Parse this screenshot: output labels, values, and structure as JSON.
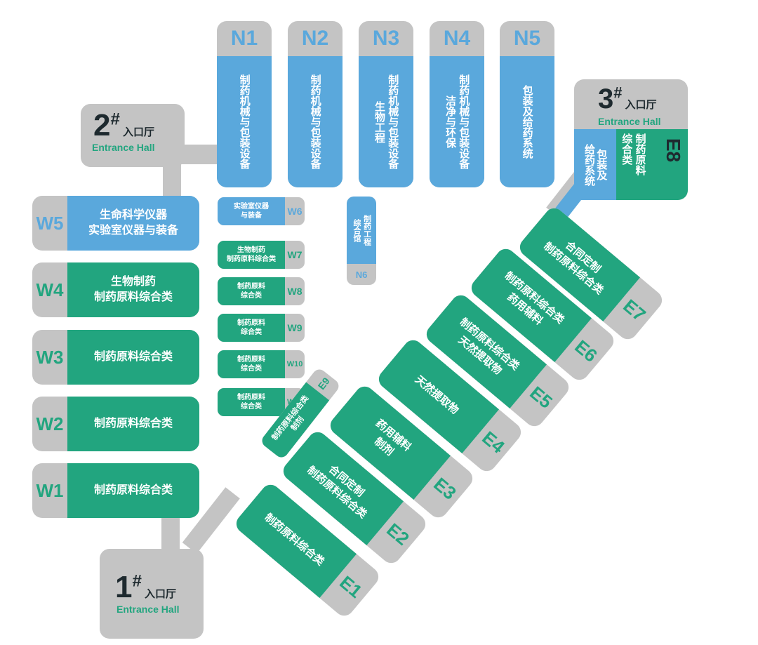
{
  "halls": {
    "h1": {
      "number": "1",
      "mark": "#",
      "cn": "入口厅",
      "en": "Entrance Hall"
    },
    "h2": {
      "number": "2",
      "mark": "#",
      "cn": "入口厅",
      "en": "Entrance Hall"
    },
    "h3": {
      "number": "3",
      "mark": "#",
      "cn": "入口厅",
      "en": "Entrance Hall"
    }
  },
  "north": [
    {
      "code": "N1",
      "lines": [
        "制药机械与包装设备"
      ]
    },
    {
      "code": "N2",
      "lines": [
        "制药机械与包装设备"
      ]
    },
    {
      "code": "N3",
      "lines": [
        "制药机械与包装设备",
        "生物工程"
      ]
    },
    {
      "code": "N4",
      "lines": [
        "制药机械与包装设备",
        "洁净与环保"
      ]
    },
    {
      "code": "N5",
      "lines": [
        "包装及给药系统"
      ]
    }
  ],
  "n6": {
    "code": "N6",
    "lines": [
      "制药工程",
      "综合馆"
    ]
  },
  "e8": {
    "code": "E8",
    "blue_lines": [
      "包装及",
      "给药系统"
    ],
    "green_lines": [
      "制药原料",
      "综合类"
    ]
  },
  "west_large": [
    {
      "code": "W5",
      "lines": [
        "生命科学仪器",
        "实验室仪器与装备"
      ],
      "color": "blue"
    },
    {
      "code": "W4",
      "lines": [
        "生物制药",
        "制药原料综合类"
      ],
      "color": "green"
    },
    {
      "code": "W3",
      "lines": [
        "制药原料综合类"
      ],
      "color": "green"
    },
    {
      "code": "W2",
      "lines": [
        "制药原料综合类"
      ],
      "color": "green"
    },
    {
      "code": "W1",
      "lines": [
        "制药原料综合类"
      ],
      "color": "green"
    }
  ],
  "west_small": [
    {
      "code": "W6",
      "lines": [
        "实验室仪器",
        "与装备"
      ],
      "color": "blue"
    },
    {
      "code": "W7",
      "lines": [
        "生物制药",
        "制药原料综合类"
      ],
      "color": "green"
    },
    {
      "code": "W8",
      "lines": [
        "制药原料",
        "综合类"
      ],
      "color": "green"
    },
    {
      "code": "W9",
      "lines": [
        "制药原料",
        "综合类"
      ],
      "color": "green"
    },
    {
      "code": "W10",
      "lines": [
        "制药原料",
        "综合类"
      ],
      "color": "green"
    },
    {
      "code": "W11",
      "lines": [
        "制药原料",
        "综合类"
      ],
      "color": "green"
    }
  ],
  "e9": {
    "code": "E9",
    "lines": [
      "制药原料综合类",
      "制剂"
    ]
  },
  "east": [
    {
      "code": "E1",
      "lines": [
        "制药原料综合类"
      ]
    },
    {
      "code": "E2",
      "lines": [
        "合同定制",
        "制药原料综合类"
      ]
    },
    {
      "code": "E3",
      "lines": [
        "药用辅料",
        "制剂"
      ]
    },
    {
      "code": "E4",
      "lines": [
        "天然提取物"
      ]
    },
    {
      "code": "E5",
      "lines": [
        "制药原料综合类",
        "天然提取物"
      ]
    },
    {
      "code": "E6",
      "lines": [
        "制药原料综合类",
        "药用辅料"
      ]
    },
    {
      "code": "E7",
      "lines": [
        "合同定制",
        "制药原料综合类"
      ]
    }
  ],
  "colors": {
    "blue": "#5aa8dc",
    "green": "#22a57f",
    "grey": "#c4c4c4",
    "dark": "#1e2a2f"
  }
}
